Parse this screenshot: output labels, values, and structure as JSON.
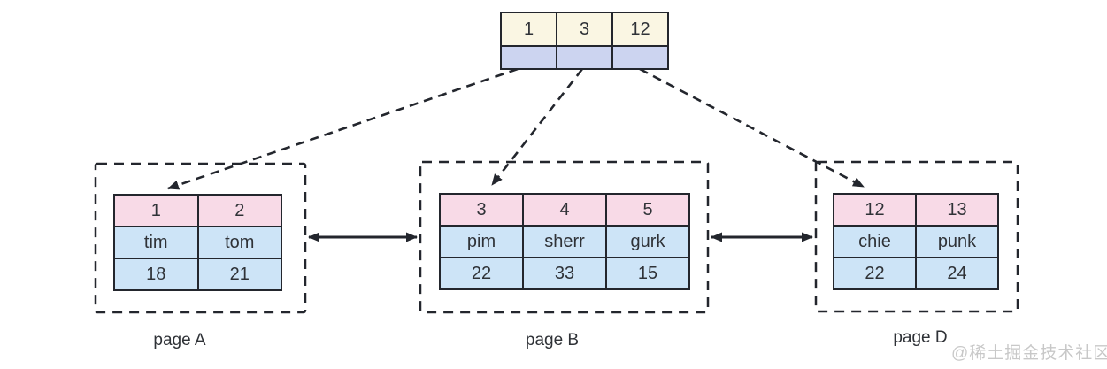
{
  "colors": {
    "cream": "#FAF6E3",
    "lavender": "#CCD4F0",
    "pink": "#F8DAE7",
    "blue": "#CDE4F7",
    "line": "#23262D",
    "text": "#2F3237",
    "watermark": "#C8C8C8"
  },
  "root_node": {
    "keys": [
      "1",
      "3",
      "12"
    ]
  },
  "pages": [
    {
      "id": "A",
      "label": "page A",
      "rows": [
        [
          "1",
          "2"
        ],
        [
          "tim",
          "tom"
        ],
        [
          "18",
          "21"
        ]
      ]
    },
    {
      "id": "B",
      "label": "page B",
      "rows": [
        [
          "3",
          "4",
          "5"
        ],
        [
          "pim",
          "sherr",
          "gurk"
        ],
        [
          "22",
          "33",
          "15"
        ]
      ]
    },
    {
      "id": "D",
      "label": "page D",
      "rows": [
        [
          "12",
          "13"
        ],
        [
          "chie",
          "punk"
        ],
        [
          "22",
          "24"
        ]
      ]
    }
  ],
  "watermark": "@稀土掘金技术社区"
}
